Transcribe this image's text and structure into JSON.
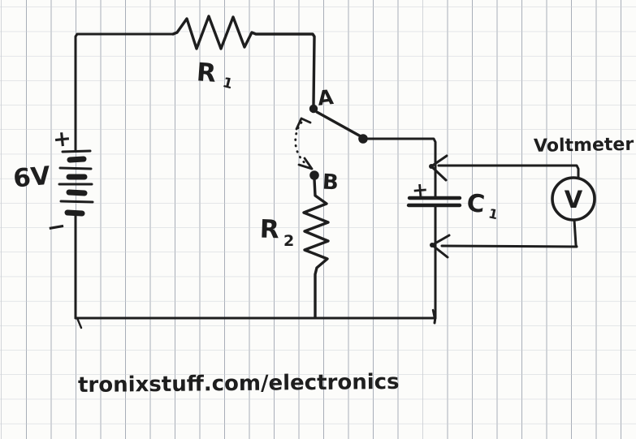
{
  "page": {
    "description": "Hand-drawn electronics schematic on graph paper",
    "caption": "tronixstuff.com/electronics"
  },
  "colors": {
    "paper": "#fcfcfa",
    "ink": "#1e1e1e",
    "grid_vertical": "#a8aeb8",
    "grid_horizontal": "#ccd0d6"
  },
  "labels": {
    "battery": {
      "voltage": "6V",
      "positive": "+",
      "negative": "−"
    },
    "r1": {
      "base": "R",
      "sub": "1"
    },
    "r2": {
      "base": "R",
      "sub": "2"
    },
    "c1": {
      "base": "C",
      "sub": "1",
      "polarity": "+"
    },
    "switch": {
      "pos_a": "A",
      "pos_b": "B"
    },
    "voltmeter": {
      "caption": "Voltmeter",
      "dial": "V"
    }
  },
  "components": [
    {
      "type": "battery",
      "label": "6V"
    },
    {
      "type": "resistor",
      "label": "R1"
    },
    {
      "type": "resistor",
      "label": "R2"
    },
    {
      "type": "switch",
      "positions": [
        "A",
        "B"
      ]
    },
    {
      "type": "capacitor",
      "label": "C1",
      "polarity": "+"
    },
    {
      "type": "voltmeter",
      "label": "Voltmeter"
    }
  ]
}
